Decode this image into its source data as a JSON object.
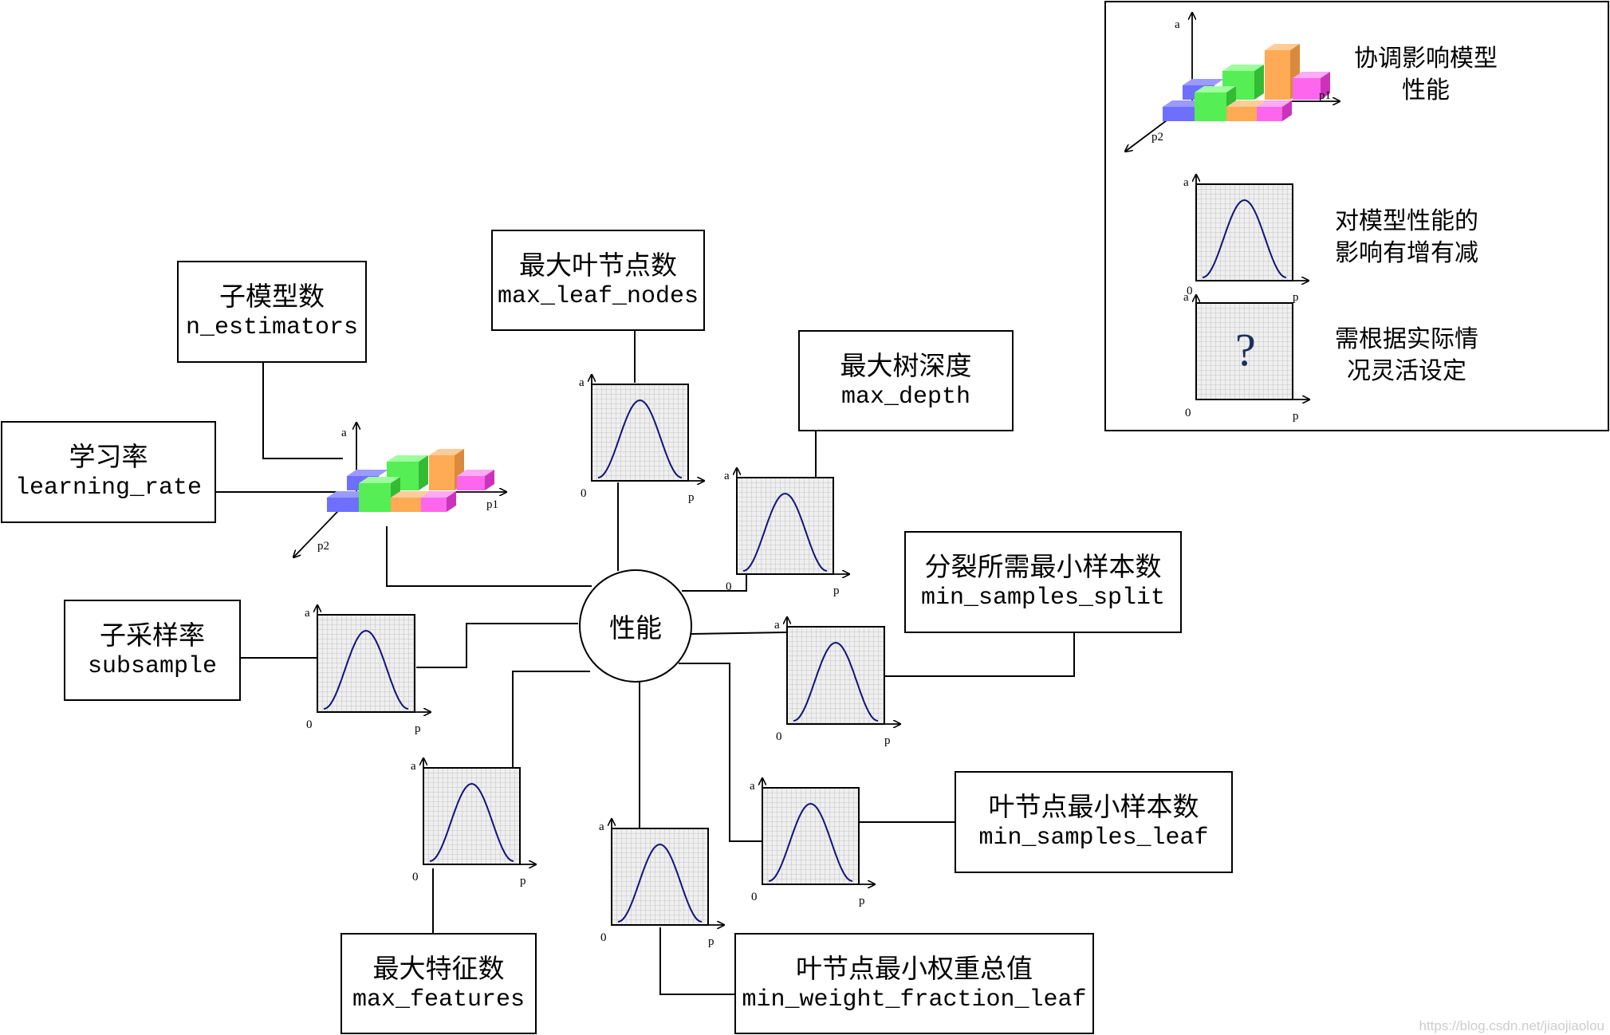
{
  "center": {
    "label": "性能"
  },
  "boxes": {
    "n_estimators": {
      "zh": "子模型数",
      "en": "n_estimators"
    },
    "learning_rate": {
      "zh": "学习率",
      "en": "learning_rate"
    },
    "max_leaf_nodes": {
      "zh": "最大叶节点数",
      "en": "max_leaf_nodes"
    },
    "max_depth": {
      "zh": "最大树深度",
      "en": "max_depth"
    },
    "min_samples_split": {
      "zh": "分裂所需最小样本数",
      "en": "min_samples_split"
    },
    "subsample": {
      "zh": "子采样率",
      "en": "subsample"
    },
    "min_samples_leaf": {
      "zh": "叶节点最小样本数",
      "en": "min_samples_leaf"
    },
    "max_features": {
      "zh": "最大特征数",
      "en": "max_features"
    },
    "min_weight_fraction_leaf": {
      "zh": "叶节点最小权重总值",
      "en": "min_weight_fraction_leaf"
    }
  },
  "axis": {
    "a": "a",
    "p": "p",
    "zero": "0",
    "p1": "p1",
    "p2": "p2"
  },
  "legend": {
    "item1": {
      "line1": "协调影响模型",
      "line2": "性能"
    },
    "item2": {
      "line1": "对模型性能的",
      "line2": "影响有增有减"
    },
    "item3": {
      "line1": "需根据实际情",
      "line2": "况灵活设定",
      "symbol": "?"
    }
  },
  "colors": {
    "blue": "#6f6fff",
    "green": "#55ee55",
    "orange": "#ffaa55",
    "pink": "#ff66ee",
    "curve": "#13137a"
  },
  "watermark": "https://blog.csdn.net/jiaojiaolou"
}
